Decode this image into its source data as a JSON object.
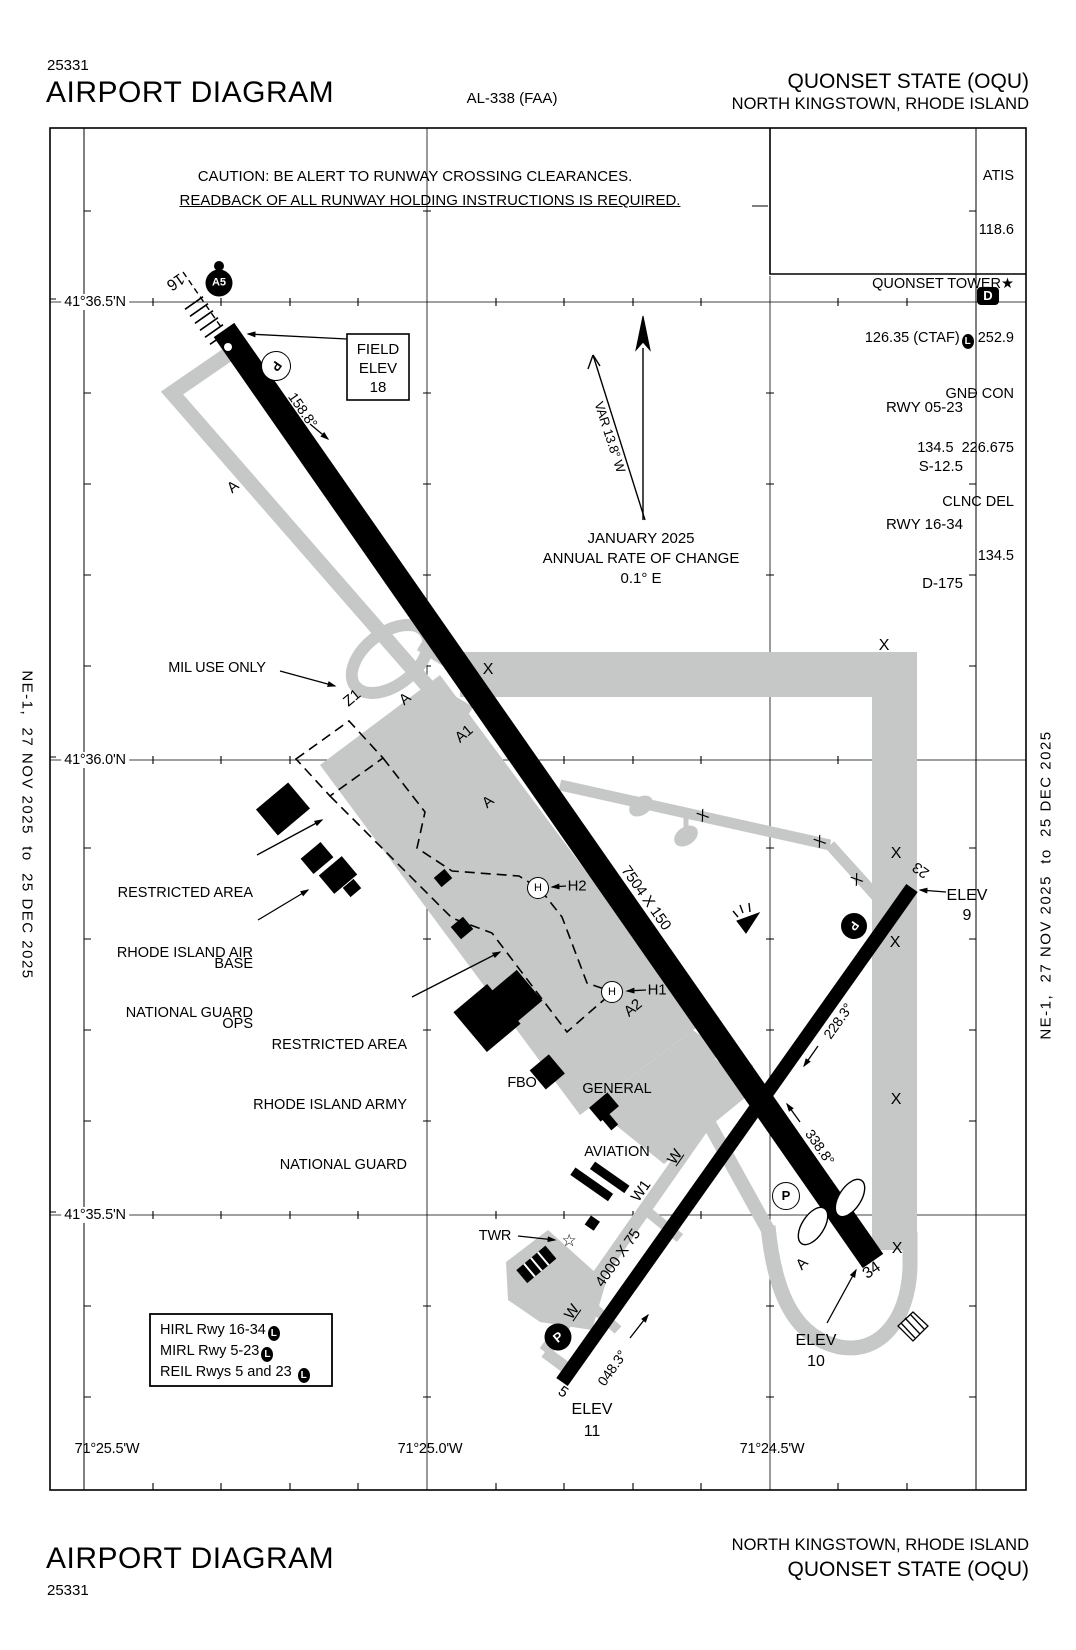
{
  "header": {
    "chart_no": "25331",
    "title": "AIRPORT DIAGRAM",
    "procedure_id": "AL-338 (FAA)",
    "airport": "QUONSET STATE (OQU)",
    "city": "NORTH KINGSTOWN, RHODE ISLAND"
  },
  "footer": {
    "title": "AIRPORT DIAGRAM",
    "chart_no": "25331",
    "city": "NORTH KINGSTOWN, RHODE ISLAND",
    "airport": "QUONSET STATE (OQU)"
  },
  "margins": {
    "edition": "NE-1,  27 NOV 2025  to  25 DEC 2025"
  },
  "caution": {
    "line1": "CAUTION: BE ALERT TO RUNWAY CROSSING CLEARANCES.",
    "line2": "READBACK OF ALL RUNWAY HOLDING INSTRUCTIONS IS REQUIRED."
  },
  "comms": {
    "l1": "ATIS",
    "l2": "118.6",
    "l3": "QUONSET TOWER★",
    "ctaf_pre": "126.35 (CTAF)",
    "ctaf_post": " 252.9",
    "l5": "GND CON",
    "l6": "134.5  226.675",
    "l7": "CLNC DEL",
    "l8": "134.5"
  },
  "rwy_data": {
    "l1": "RWY 05-23",
    "l2": "S-12.5",
    "l3": "RWY 16-34",
    "l4": "D-175"
  },
  "variation": {
    "label": "VAR 13.8° W",
    "date": "JANUARY 2025",
    "rate": "ANNUAL RATE OF CHANGE",
    "value": "0.1° E"
  },
  "field_elev": {
    "l1": "FIELD",
    "l2": "ELEV",
    "l3": "18"
  },
  "areas": {
    "mil": "MIL USE ONLY",
    "restricted_air": {
      "l1": "RESTRICTED AREA",
      "l2": "RHODE ISLAND AIR",
      "l3": "NATIONAL GUARD"
    },
    "base_ops": {
      "l1": "BASE",
      "l2": "OPS"
    },
    "restricted_army": {
      "l1": "RESTRICTED AREA",
      "l2": "RHODE ISLAND ARMY",
      "l3": "NATIONAL GUARD"
    },
    "ga": {
      "l1": "GENERAL",
      "l2": "AVIATION"
    },
    "fbo": "FBO",
    "twr": "TWR"
  },
  "rwy": {
    "n16": "16",
    "n34": "34",
    "n5": "5",
    "n23": "23",
    "dim1634": "7504 X 150",
    "dim523": "4000 X 75",
    "b16": "158.8°",
    "b34": "338.8°",
    "b5": "048.3°",
    "b23": "228.3°"
  },
  "elev": {
    "e9a": "ELEV",
    "e9b": "9",
    "e10a": "ELEV",
    "e10b": "10",
    "e11a": "ELEV",
    "e11b": "11"
  },
  "twy": {
    "a": "A",
    "z1": "Z1",
    "a1": "A1",
    "a2": "A2",
    "w": "W",
    "w1": "W1"
  },
  "symbols": {
    "a5": "A5",
    "h": "H",
    "h1": "H1",
    "h2": "H2",
    "p": "P",
    "d_box": "D",
    "l": "L",
    "star": "☆",
    "x": "X"
  },
  "lighting": {
    "l1": "HIRL Rwy 16-34",
    "l2": "MIRL Rwy 5-23",
    "l3": "REIL Rwys 5 and 23 "
  },
  "grid": {
    "lat": [
      "41°36.5'N",
      "41°36.0'N",
      "41°35.5'N"
    ],
    "lon": [
      "71°25.5'W",
      "71°25.0'W",
      "71°24.5'W"
    ]
  }
}
